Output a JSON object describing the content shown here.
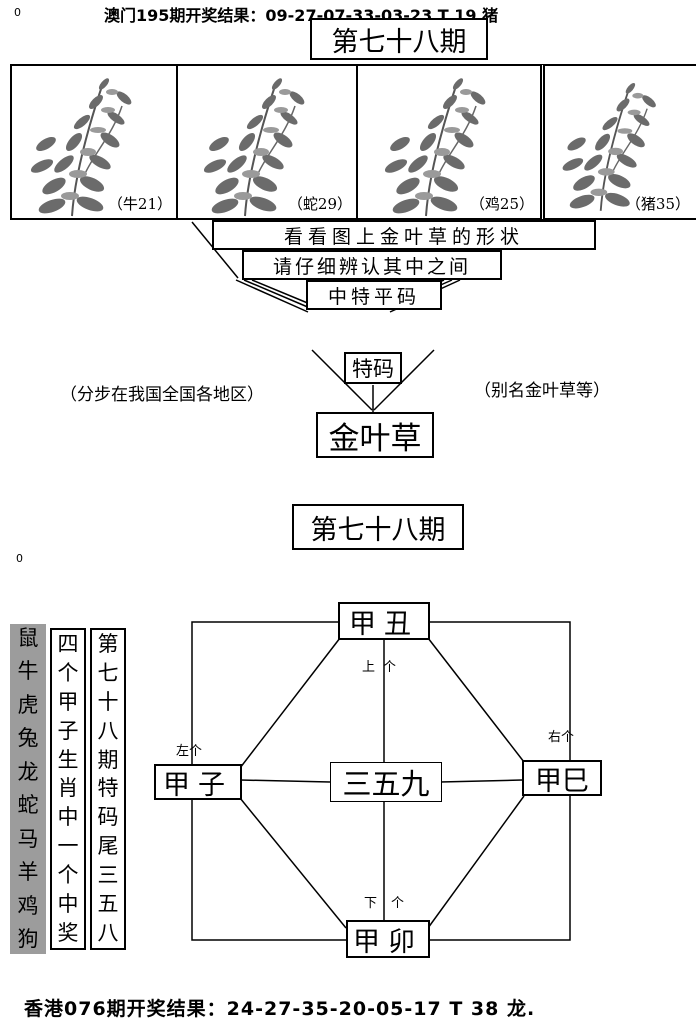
{
  "top_result": "澳门195期开奖结果：09-27-07-33-03-23 T 19 猪",
  "top_marker": "0",
  "title_1": "第七十八期",
  "plants": [
    {
      "label": "（牛21）"
    },
    {
      "label": "（蛇29）"
    },
    {
      "label": "（鸡25）"
    },
    {
      "label": "（猪35）"
    }
  ],
  "line_1": "看看图上金叶草的形状",
  "line_2": "请仔细辨认其中之间",
  "line_3": "中特平码",
  "special_box": "特码",
  "left_note": "（分步在我国全国各地区）",
  "right_note": "（别名金叶草等）",
  "main_word": "金叶草",
  "title_2": "第七十八期",
  "mid_marker": "0",
  "zodiac_column": [
    "鼠",
    "牛",
    "虎",
    "兔",
    "龙",
    "蛇",
    "马",
    "羊",
    "鸡",
    "狗"
  ],
  "hint_column": [
    "四",
    "个",
    "甲",
    "子",
    "生",
    "肖",
    "中",
    "一",
    "个",
    "中",
    "奖"
  ],
  "tail_column": [
    "第",
    "七",
    "十",
    "八",
    "期",
    "特",
    "码",
    "尾",
    "三",
    "五",
    "八"
  ],
  "diagram": {
    "top": "甲丑",
    "left": "甲子",
    "right": "甲巳",
    "bottom": "甲卯",
    "center": "三五九",
    "label_up": "上个",
    "label_left": "左个",
    "label_right": "右个",
    "label_down": "下个"
  },
  "bottom_result": "香港076期开奖结果：24-27-35-20-05-17 T 38 龙."
}
